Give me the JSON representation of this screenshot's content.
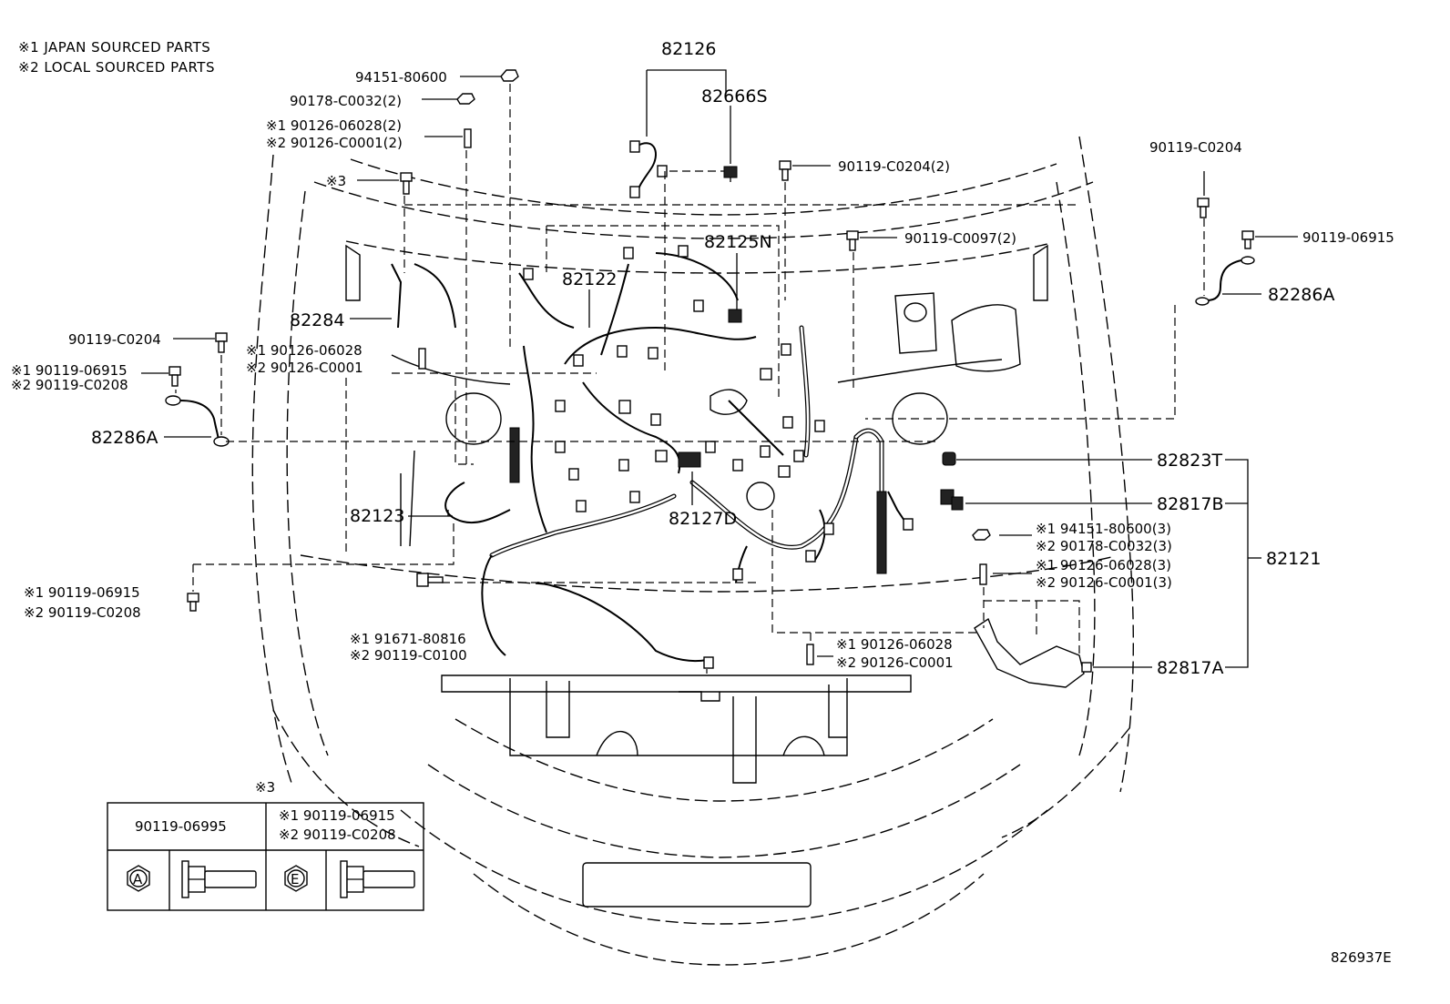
{
  "notes": {
    "note1": "※1 JAPAN SOURCED PARTS",
    "note2": "※2 LOCAL SOURCED PARTS"
  },
  "callouts": {
    "c_94151_80600": "94151-80600",
    "c_90178_c0032_2": "90178-C0032(2)",
    "c_s1_90126_06028_2": "※1 90126-06028(2)",
    "c_s2_90126_c0001_2": "※2 90126-C0001(2)",
    "c_s3": "※3",
    "c_82126": "82126",
    "c_82666s": "82666S",
    "c_90119_c0204_2": "90119-C0204(2)",
    "c_82125n": "82125N",
    "c_90119_c0097_2": "90119-C0097(2)",
    "c_82122": "82122",
    "c_82284": "82284",
    "c_90119_c0204_left": "90119-C0204",
    "c_s1_90126_06028_left": "※1 90126-06028",
    "c_s2_90126_c0001_left": "※2 90126-C0001",
    "c_s1_90119_06915_left": "※1 90119-06915",
    "c_s2_90119_c0208_left": "※2 90119-C0208",
    "c_82286a_left": "82286A",
    "c_82123": "82123",
    "c_s1_90119_06915_low": "※1  90119-06915",
    "c_s2_90119_c0208_low": "※2  90119-C0208",
    "c_s1_91671_80816": "※1 91671-80816",
    "c_s2_90119_c0100": "※2 90119-C0100",
    "c_82127d": "82127D",
    "c_s1_90126_06028_mid": "※1 90126-06028",
    "c_s2_90126_c0001_mid": "※2 90126-C0001",
    "c_90119_c0204_right": "90119-C0204",
    "c_90119_06915_right": "90119-06915",
    "c_82286a_right": "82286A",
    "c_82823t": "82823T",
    "c_82817b": "82817B",
    "c_s1_94151_80600_3": "※1 94151-80600(3)",
    "c_s2_90178_c0032_3": "※2 90178-C0032(3)",
    "c_s1_90126_06028_3": "※1 90126-06028(3)",
    "c_s2_90126_c0001_3": "※2 90126-C0001(3)",
    "c_82121": "82121",
    "c_82817a": "82817A"
  },
  "legend_table": {
    "heading": "※3",
    "col1_part": "90119-06995",
    "col2_line1": "※1 90119-06915",
    "col2_line2": "※2 90119-C0208",
    "mark_a": "A",
    "mark_e": "E"
  },
  "footer": {
    "figure_id": "826937E"
  }
}
